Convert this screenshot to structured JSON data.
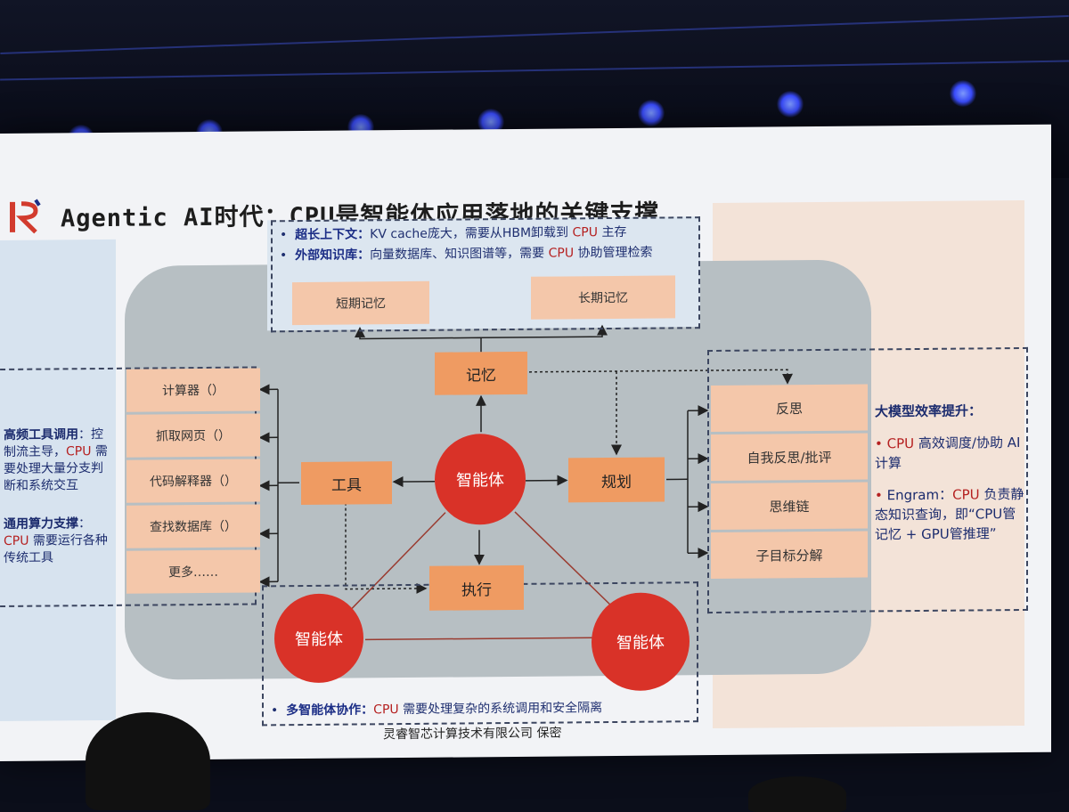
{
  "title": "Agentic AI时代：CPU是智能体应用落地的关键支撑",
  "memory_notes": [
    {
      "head": "超长上下文：",
      "text1": "KV cache庞大，需要从HBM卸载到",
      "cpu": "CPU",
      "text2": "主存"
    },
    {
      "head": "外部知识库：",
      "text1": "向量数据库、知识图谱等，需要",
      "cpu": "CPU",
      "text2": "协助管理检索"
    }
  ],
  "memory_boxes": [
    "短期记忆",
    "长期记忆"
  ],
  "modules": {
    "memory": "记忆",
    "tools": "工具",
    "planning": "规划",
    "execution": "执行"
  },
  "agent_label": "智能体",
  "tool_items": [
    "计算器（）",
    "抓取网页（）",
    "代码解释器（）",
    "查找数据库（）",
    "更多……"
  ],
  "plan_items": [
    "反思",
    "自我反思/批评",
    "思维链",
    "子目标分解"
  ],
  "left_notes": {
    "n1_head": "高频工具调用",
    "n1_a": "：控制流主导，",
    "n1_cpu": "CPU",
    "n1_b": "需要处理大量分支判断和系统交互",
    "n2_head": "通用算力支撑",
    "n2_a": "：",
    "n2_cpu": "CPU",
    "n2_b": "需要运行各种传统工具"
  },
  "right_notes": {
    "head": "大模型效率提升：",
    "b1_cpu": "CPU",
    "b1_text": "高效调度/协助 AI 计算",
    "b2_a": "Engram：",
    "b2_cpu": "CPU",
    "b2_b": "负责静态知识查询，即“CPU管记忆 + GPU管推理”"
  },
  "multi_agent": {
    "head": "多智能体协作：",
    "cpu": "CPU",
    "text": "需要处理复杂的系统调用和安全隔离"
  },
  "footer": "灵睿智芯计算技术有限公司 保密",
  "colors": {
    "agent_red": "#d93228",
    "module_orange": "#ef9b62",
    "item_salmon": "#f4c7aa",
    "cpu_red": "#b52020",
    "navy": "#1c2e86"
  }
}
